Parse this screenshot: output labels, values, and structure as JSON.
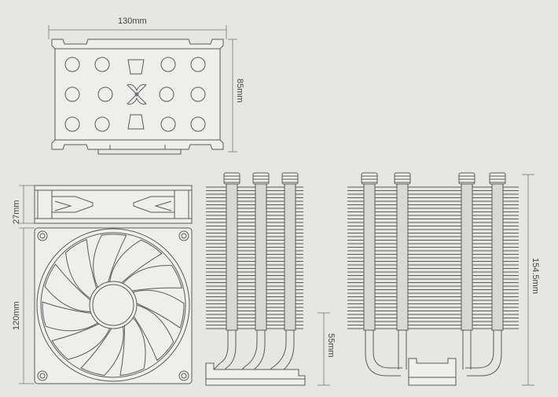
{
  "diagram": {
    "dimensions": {
      "top_width": "130mm",
      "top_depth": "85mm",
      "fan_thickness": "27mm",
      "fan_size": "120mm",
      "base_height": "55mm",
      "total_height": "154.5mm"
    },
    "views": [
      "top-view",
      "fan-side-view",
      "fan-front-view",
      "heatsink-side-view",
      "heatsink-front-view"
    ],
    "colors": {
      "line": "#5a5a5a",
      "background": "#e6e6e4",
      "fill": "#eeeeec"
    }
  }
}
